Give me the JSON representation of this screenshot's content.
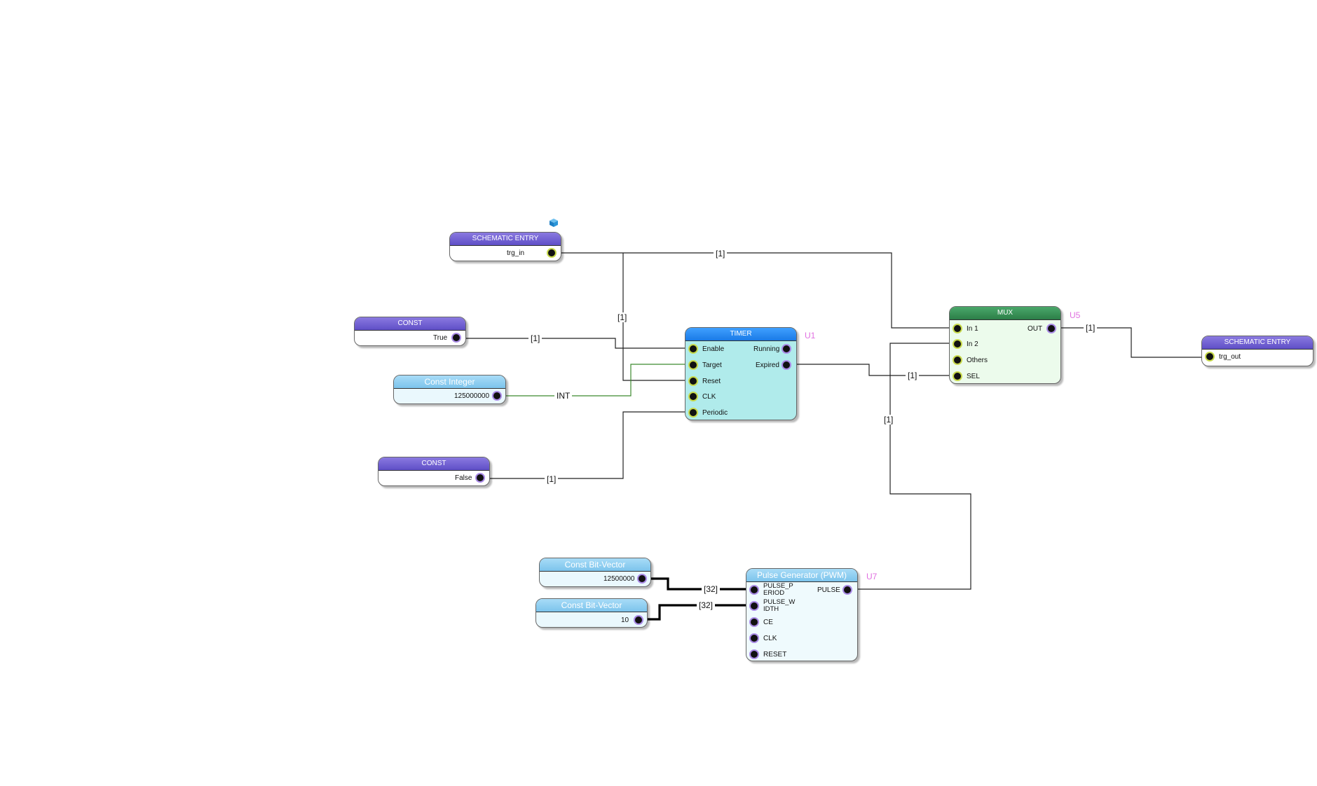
{
  "blocks": {
    "entry_in": {
      "title": "SCHEMATIC ENTRY",
      "port": "trg_in"
    },
    "const_true": {
      "title": "CONST",
      "port": "True"
    },
    "const_int": {
      "title": "Const Integer",
      "port": "125000000"
    },
    "const_false": {
      "title": "CONST",
      "port": "False"
    },
    "timer": {
      "title": "TIMER",
      "id": "U1",
      "inputs": [
        "Enable",
        "Target",
        "Reset",
        "CLK",
        "Periodic"
      ],
      "outputs": [
        "Running",
        "Expired"
      ]
    },
    "mux": {
      "title": "MUX",
      "id": "U5",
      "inputs": [
        "In 1",
        "In 2",
        "Others",
        "SEL"
      ],
      "output": "OUT"
    },
    "entry_out": {
      "title": "SCHEMATIC ENTRY",
      "port": "trg_out"
    },
    "bv1": {
      "title": "Const Bit-Vector",
      "port": "12500000"
    },
    "bv2": {
      "title": "Const Bit-Vector",
      "port": "10"
    },
    "pwm": {
      "title": "Pulse Generator (PWM)",
      "id": "U7",
      "inputs": [
        "PULSE_PERIOD",
        "PULSE_WIDTH",
        "CE",
        "CLK",
        "RESET"
      ],
      "output": "PULSE"
    }
  },
  "wire_labels": {
    "trg_in_mux": "[1]",
    "trg_in_reset": "[1]",
    "true_enable": "[1]",
    "int_target": "INT",
    "false_periodic": "[1]",
    "expired_sel": "[1]",
    "mux_out": "[1]",
    "pulse_in2": "[1]",
    "period_bus": "[32]",
    "width_bus": "[32]"
  },
  "colors": {
    "header_purple": "#6a5acd",
    "header_sky": "#87ceeb",
    "header_blue": "#1e90ff",
    "header_green": "#2e8b57",
    "pin_yellow": "#c7d94a",
    "pin_violet": "#a98ae6",
    "instance_id": "#e06fe0",
    "int_wire": "#3c8a2e"
  }
}
